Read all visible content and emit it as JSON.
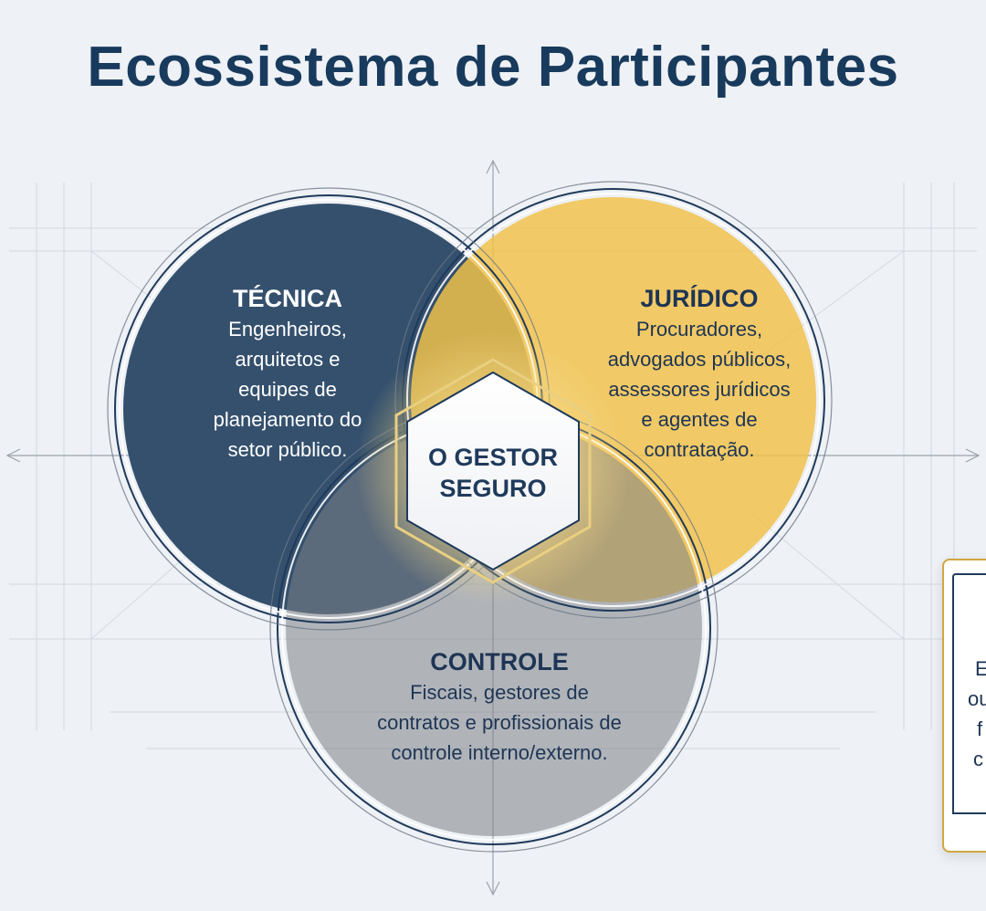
{
  "title": "Ecossistema de Participantes",
  "center": {
    "line1": "O GESTOR",
    "line2": "SEGURO"
  },
  "tecnica": {
    "heading": "TÉCNICA",
    "lines": [
      "Engenheiros,",
      "arquitetos e",
      "equipes de",
      "planejamento do",
      "setor público."
    ]
  },
  "juridico": {
    "heading": "JURÍDICO",
    "lines": [
      "Procuradores,",
      "advogados públicos,",
      "assessores jurídicos",
      "e agentes de",
      "contratação."
    ]
  },
  "controle": {
    "heading": "CONTROLE",
    "lines": [
      "Fiscais, gestores de",
      "contratos e profissionais de",
      "controle interno/externo."
    ]
  },
  "side_card": {
    "lines": [
      "E",
      "ou",
      "f",
      "c"
    ]
  },
  "colors": {
    "navy": "#1f3a5b",
    "gold": "#f1c14a",
    "gray": "#a9adb3",
    "background": "#eef1f5"
  }
}
